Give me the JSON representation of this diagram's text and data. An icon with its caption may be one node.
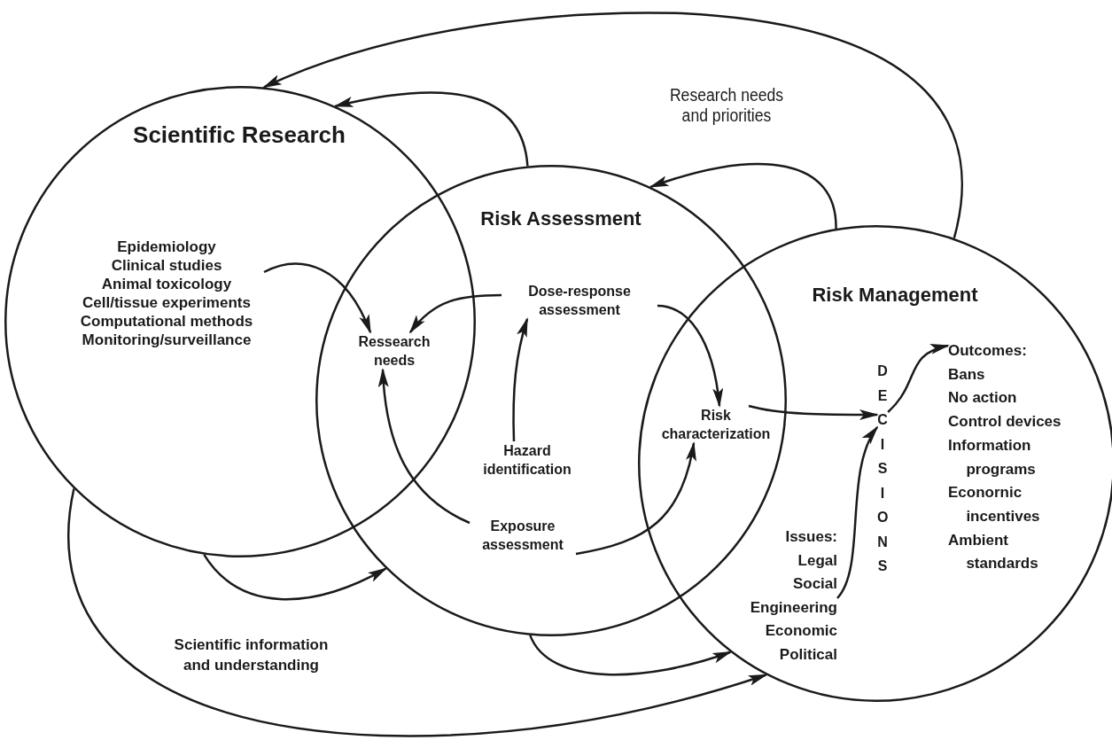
{
  "diagram": {
    "nodes": [
      {
        "text": [
          "Scientific Research"
        ]
      },
      {
        "text": [
          "Risk Assessment"
        ]
      },
      {
        "text": [
          "Risk Management"
        ]
      },
      {
        "text": [
          "Epidemiology",
          "Clinical studies",
          "Animal toxicology",
          "Cell/tissue experiments",
          "Computational methods",
          "Monitoring/surveillance"
        ],
        "in": 0
      },
      {
        "text": [
          "Ressearch needs"
        ]
      },
      {
        "text": [
          "Dose-response assessment"
        ],
        "in": 1
      },
      {
        "text": [
          "Hazard identification"
        ],
        "in": 1
      },
      {
        "text": [
          "Exposure assessment"
        ],
        "in": 1
      },
      {
        "text": [
          "Risk characterization"
        ]
      },
      {
        "text": [
          "DECISIONS"
        ],
        "in": 2
      },
      {
        "text": [
          "Outcomes:",
          "Bans",
          "No action",
          "Control devices",
          "Information programs",
          "Econornic incentives",
          "Ambient standards"
        ],
        "in": 2
      },
      {
        "text": [
          "Issues:",
          "Legal",
          "Social",
          "Engineering",
          "Economic",
          "Political"
        ],
        "in": 2
      }
    ],
    "edges": [
      {
        "from": 3,
        "to": 4,
        "arrow": "to"
      },
      {
        "from": 5,
        "to": 4,
        "arrow": "to"
      },
      {
        "from": 6,
        "to": 5,
        "arrow": "to"
      },
      {
        "from": 7,
        "to": 4,
        "arrow": "to"
      },
      {
        "from": 7,
        "to": 8,
        "arrow": "to"
      },
      {
        "from": 5,
        "to": 8,
        "arrow": "to"
      },
      {
        "from": 8,
        "to": 9,
        "arrow": "to"
      },
      {
        "from": 11,
        "to": 9,
        "arrow": "to"
      },
      {
        "from": 9,
        "to": 10,
        "arrow": "to"
      },
      {
        "from": 2,
        "to": 0,
        "arrow": "to"
      },
      {
        "from": 1,
        "to": 0,
        "arrow": "to"
      },
      {
        "from": 2,
        "to": 1,
        "arrow": "to"
      },
      {
        "from": 0,
        "to": 1,
        "arrow": "to"
      },
      {
        "from": 0,
        "to": 2,
        "arrow": "to"
      },
      {
        "from": 1,
        "to": 2,
        "arrow": "to"
      }
    ],
    "labels": [
      "Research needs and priorities",
      "Scientific information and understanding"
    ]
  }
}
